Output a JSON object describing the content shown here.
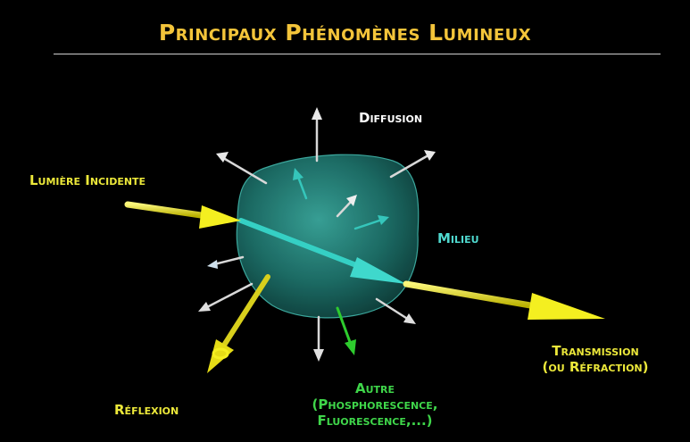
{
  "title": "Principaux Phénomènes Lumineux",
  "labels": {
    "diffusion": "Diffusion",
    "incident": "Lumière Incidente",
    "milieu": "Milieu",
    "transmission_1": "Transmission",
    "transmission_2": "(ou Réfraction)",
    "reflexion": "Réflexion",
    "autre_1": "Autre",
    "autre_2": "(Phosphorescence,",
    "autre_3": "Fluorescence,...)"
  },
  "colors": {
    "background": "#000000",
    "title": "#f3c43a",
    "yellow_label": "#ece83a",
    "white_label": "#ffffff",
    "cyan_label": "#4fd9cf",
    "green_label": "#3fd64a",
    "medium": "#1f7a72",
    "yellow_arrow": "#f0ec1a",
    "green_arrow": "#2ecc2e",
    "diffuse_arrow": "#dcdcdc"
  }
}
